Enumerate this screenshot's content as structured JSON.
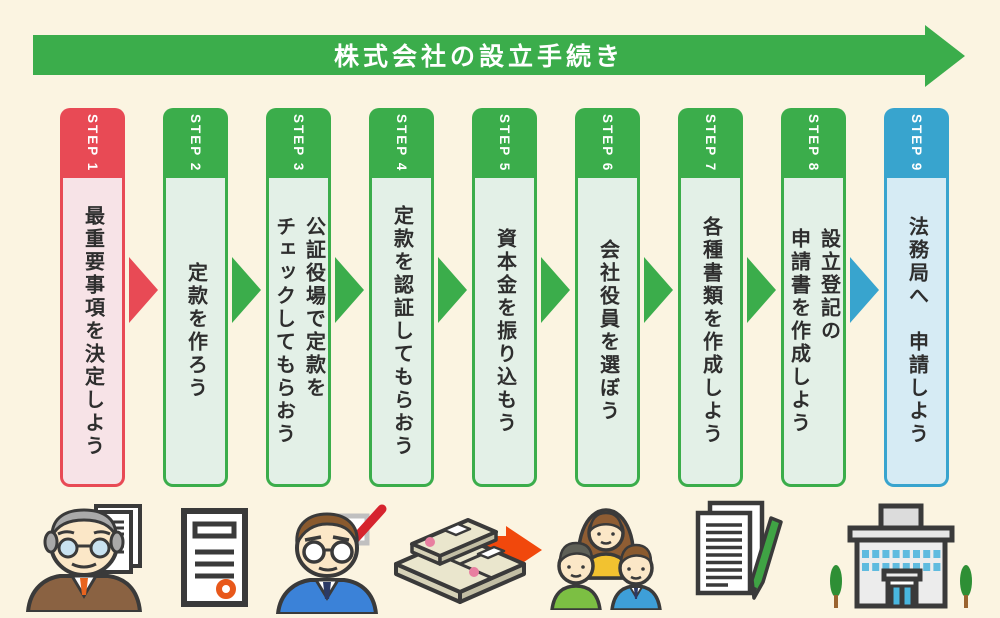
{
  "title": "株式会社の設立手続き",
  "colors": {
    "background": "#FBF4E1",
    "green": "#3BAD4B",
    "green_light": "#E3F0E7",
    "red": "#E84A55",
    "red_light": "#F7E3E7",
    "blue": "#38A4CE",
    "blue_light": "#D6EBF4",
    "text": "#2E2E2E",
    "orange_accent": "#F1480C"
  },
  "steps": [
    {
      "label": "STEP 1",
      "text": "最重要事項を決定しよう",
      "theme": "red"
    },
    {
      "label": "STEP 2",
      "text": "定款を作ろう",
      "theme": "green"
    },
    {
      "label": "STEP 3",
      "text": "公証役場で定款を\nチェックしてもらおう",
      "theme": "green"
    },
    {
      "label": "STEP 4",
      "text": "定款を認証してもらおう",
      "theme": "green"
    },
    {
      "label": "STEP 5",
      "text": "資本金を振り込もう",
      "theme": "green"
    },
    {
      "label": "STEP 6",
      "text": "会社役員を選ぼう",
      "theme": "green"
    },
    {
      "label": "STEP 7",
      "text": "各種書類を作成しよう",
      "theme": "green"
    },
    {
      "label": "STEP 8",
      "text": "設立登記の\n申請書を作成しよう",
      "theme": "green"
    },
    {
      "label": "STEP 9",
      "text": "法務局へ　申請しよう",
      "theme": "blue"
    }
  ],
  "connectors": [
    {
      "color": "red"
    },
    {
      "color": "green"
    },
    {
      "color": "green"
    },
    {
      "color": "green"
    },
    {
      "color": "green"
    },
    {
      "color": "green"
    },
    {
      "color": "green"
    },
    {
      "color": "blue"
    }
  ],
  "icons": [
    "elderly-man-with-documents",
    "articles-document-with-seal",
    "businessman-with-checkmark",
    "capital-money-transfer",
    "company-officers-group",
    "documents-with-pen",
    "legal-affairs-bureau-building"
  ]
}
